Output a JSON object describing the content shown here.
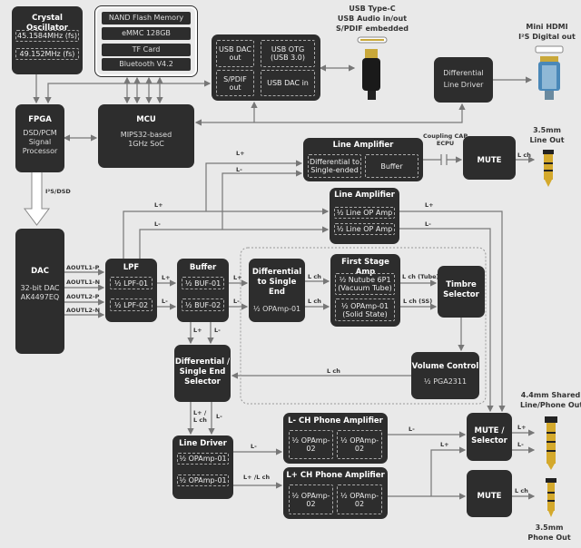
{
  "crystal": {
    "title": "Crystal Oscillator",
    "f1": "45.1584MHz (fs)",
    "f2": "49.152MHz (fs)"
  },
  "storage": {
    "items": [
      "NAND Flash Memory",
      "eMMC 128GB",
      "TF Card",
      "Bluetooth V4.2"
    ]
  },
  "usb_box": {
    "dac_out": "USB DAC out",
    "otg": "USB OTG (USB 3.0)",
    "spdif": "S/PDIF out",
    "dac_in": "USB DAC in"
  },
  "usbc": {
    "l1": "USB Type-C",
    "l2": "USB Audio in/out",
    "l3": "S/PDIF embedded"
  },
  "diff_line_driver": {
    "l1": "Differential",
    "l2": "Line Driver"
  },
  "hdmi": {
    "l1": "Mini HDMI",
    "l2": "I²S Digital out"
  },
  "fpga": {
    "title": "FPGA",
    "l1": "DSD/PCM",
    "l2": "Signal",
    "l3": "Processor"
  },
  "mcu": {
    "title": "MCU",
    "l1": "MIPS32-based",
    "l2": "1GHz SoC"
  },
  "i2s_label": "I²S/DSD",
  "dac": {
    "title": "DAC",
    "l1": "32-bit DAC",
    "l2": "AK4497EQ",
    "outputs": [
      "AOUTL1-P",
      "AOUTL1-N",
      "AOUTL2-P",
      "AOUTL2-N"
    ]
  },
  "line_amp_top": {
    "title": "Line Amplifier",
    "a": "Differential to Single-ended",
    "b": "Buffer"
  },
  "coupling": {
    "l1": "Coupling CAP",
    "l2": "ECPU"
  },
  "mute_top": {
    "title": "MUTE"
  },
  "line_out": {
    "l1": "3.5mm",
    "l2": "Line Out"
  },
  "line_amp2": {
    "title": "Line Amplifier",
    "a": "½ Line OP Amp",
    "b": "½ Line OP Amp"
  },
  "lpf": {
    "title": "LPF",
    "a": "½ LPF-01",
    "b": "½ LPF-02"
  },
  "buffer": {
    "title": "Buffer",
    "a": "½ BUF-01",
    "b": "½ BUF-02"
  },
  "diff_se": {
    "l1": "Differential",
    "l2": "to Single End",
    "l3": "½ OPAmp-01"
  },
  "first_stage": {
    "title": "First Stage Amp",
    "a": "½  Nutube 6P1 (Vacuum Tube)",
    "b": "½ OPAmp-01 (Solid State)"
  },
  "timbre": {
    "l1": "Timbre",
    "l2": "Selector"
  },
  "volume": {
    "title": "Volume Control",
    "l1": "½ PGA2311"
  },
  "diff_sel": {
    "l1": "Differential /",
    "l2": "Single End",
    "l3": "Selector"
  },
  "line_driver": {
    "title": "Line Driver",
    "a": "½ OPAmp-01",
    "b": "½ OPAmp-01"
  },
  "lminus_amp": {
    "title": "L- CH Phone Amplifier",
    "a": "½ OPAmp-02",
    "b": "½ OPAmp-02"
  },
  "lplus_amp": {
    "title": "L+ CH Phone Amplifier",
    "a": "½ OPAmp-02",
    "b": "½ OPAmp-02"
  },
  "mute_sel": {
    "l1": "MUTE /",
    "l2": "Selector"
  },
  "mute_bottom": {
    "title": "MUTE"
  },
  "out44": {
    "l1": "4.4mm Shared",
    "l2": "Line/Phone Out"
  },
  "out35": {
    "l1": "3.5mm",
    "l2": "Phone Out"
  },
  "signals": {
    "lp": "L+",
    "lm": "L-",
    "lch": "L ch",
    "tube": "L ch (Tube)",
    "ss": "L ch (SS)",
    "lp_lch": "L+ / L ch",
    "lp_lch2": "L+ /L ch"
  }
}
